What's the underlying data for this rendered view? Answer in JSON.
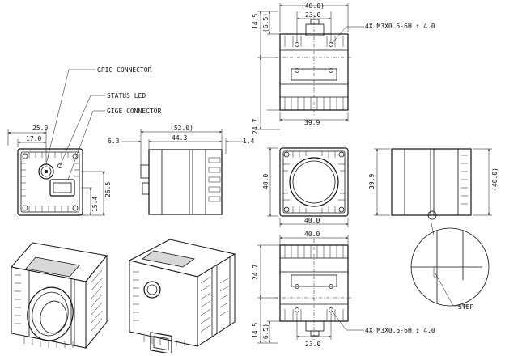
{
  "labels": {
    "gpio_connector": "GPIO CONNECTOR",
    "status_led": "STATUS LED",
    "gige_connector": "GIGE CONNECTOR",
    "step": "STEP",
    "mount_holes_top": "4X M3X0.5-6H ↧ 4.0",
    "mount_holes_bottom": "4X M3X0.5-6H ↧ 4.0"
  },
  "dimensions": {
    "back_width_25": "25.0",
    "back_width_17": "17.0",
    "back_height_26_5": "26.5",
    "back_height_15_4": "15.4",
    "side_overall_52": "(52.0)",
    "side_body_44_3": "44.3",
    "side_left_6_3": "6.3",
    "side_right_1_4": "1.4",
    "top_overall_40": "(40.0)",
    "top_holes_23": "23.0",
    "top_14_5": "14.5",
    "top_6_5": "(6.5)",
    "top_24_7": "24.7",
    "top_39_9": "39.9",
    "front_40_h": "40.0",
    "front_40_w": "40.0",
    "rside_39_9": "39.9",
    "rside_40": "(40.0)",
    "bot_40": "40.0",
    "bot_24_7": "24.7",
    "bot_14_5": "14.5",
    "bot_6_5": "(6.5)",
    "bot_23": "23.0"
  }
}
